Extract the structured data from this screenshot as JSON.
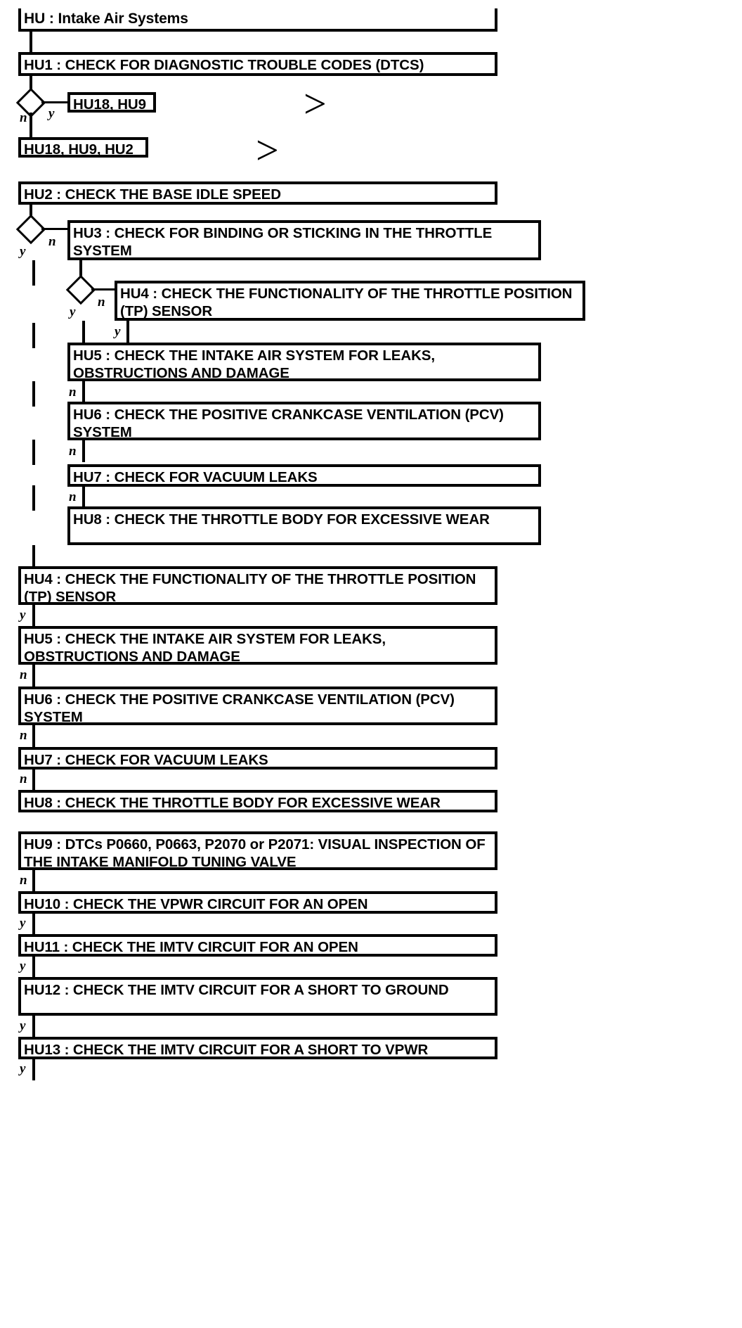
{
  "diagram": {
    "title": "HU : Intake Air Systems",
    "type": "flowchart",
    "description": "Automotive diagnostic pinpoint-test flowchart for Intake Air Systems",
    "branch_labels": {
      "yes": "y",
      "no": "n"
    },
    "colors": {
      "line": "#000000",
      "box_fill": "#ffffff",
      "text": "#000000"
    },
    "nodes": {
      "root": "HU : Intake Air Systems",
      "hu1": "HU1 : CHECK FOR DIAGNOSTIC TROUBLE CODES (DTCS)",
      "tag1": "HU18, HU9",
      "tag2": "HU18, HU9, HU2",
      "hu2": "HU2 : CHECK THE BASE IDLE SPEED",
      "hu3": "HU3 : CHECK FOR BINDING OR STICKING IN THE THROTTLE SYSTEM",
      "hu4n": "HU4 : CHECK THE FUNCTIONALITY OF THE THROTTLE POSITION (TP) SENSOR",
      "hu5n": "HU5 : CHECK THE INTAKE AIR SYSTEM FOR LEAKS, OBSTRUCTIONS AND DAMAGE",
      "hu6n": "HU6 : CHECK THE POSITIVE CRANKCASE VENTILATION (PCV) SYSTEM",
      "hu7n": "HU7 : CHECK FOR VACUUM LEAKS",
      "hu8n": "HU8 : CHECK THE THROTTLE BODY FOR EXCESSIVE WEAR",
      "hu4": "HU4 : CHECK THE FUNCTIONALITY OF THE THROTTLE POSITION (TP) SENSOR",
      "hu5": "HU5 : CHECK THE INTAKE AIR SYSTEM FOR LEAKS, OBSTRUCTIONS AND DAMAGE",
      "hu6": "HU6 : CHECK THE POSITIVE CRANKCASE VENTILATION (PCV) SYSTEM",
      "hu7": "HU7 : CHECK FOR VACUUM LEAKS",
      "hu8": "HU8 : CHECK THE THROTTLE BODY FOR EXCESSIVE WEAR",
      "hu9": "HU9 : DTCs P0660, P0663, P2070 or P2071: VISUAL INSPECTION OF THE INTAKE MANIFOLD TUNING VALVE",
      "hu10": "HU10 : CHECK THE VPWR CIRCUIT FOR AN OPEN",
      "hu11": "HU11 : CHECK THE IMTV CIRCUIT FOR AN OPEN",
      "hu12": "HU12 : CHECK THE IMTV CIRCUIT FOR A SHORT TO GROUND",
      "hu13": "HU13 : CHECK THE IMTV CIRCUIT FOR A SHORT TO VPWR"
    },
    "edge_labels": {
      "e1_n": "n",
      "e1_y": "y",
      "e2_y": "y",
      "e2_n": "n",
      "e3_y": "y",
      "e3_n": "n",
      "e4_y": "y",
      "e5_n": "n",
      "e6_n": "n",
      "e7_n": "n",
      "e8_y": "y",
      "e9_n": "n",
      "e10_n": "n",
      "e11_n": "n",
      "e12_n": "n",
      "e13_y": "y",
      "e14_y": "y",
      "e15_y": "y",
      "e16_y": "y"
    },
    "markers": {
      "chevron": ">"
    }
  }
}
